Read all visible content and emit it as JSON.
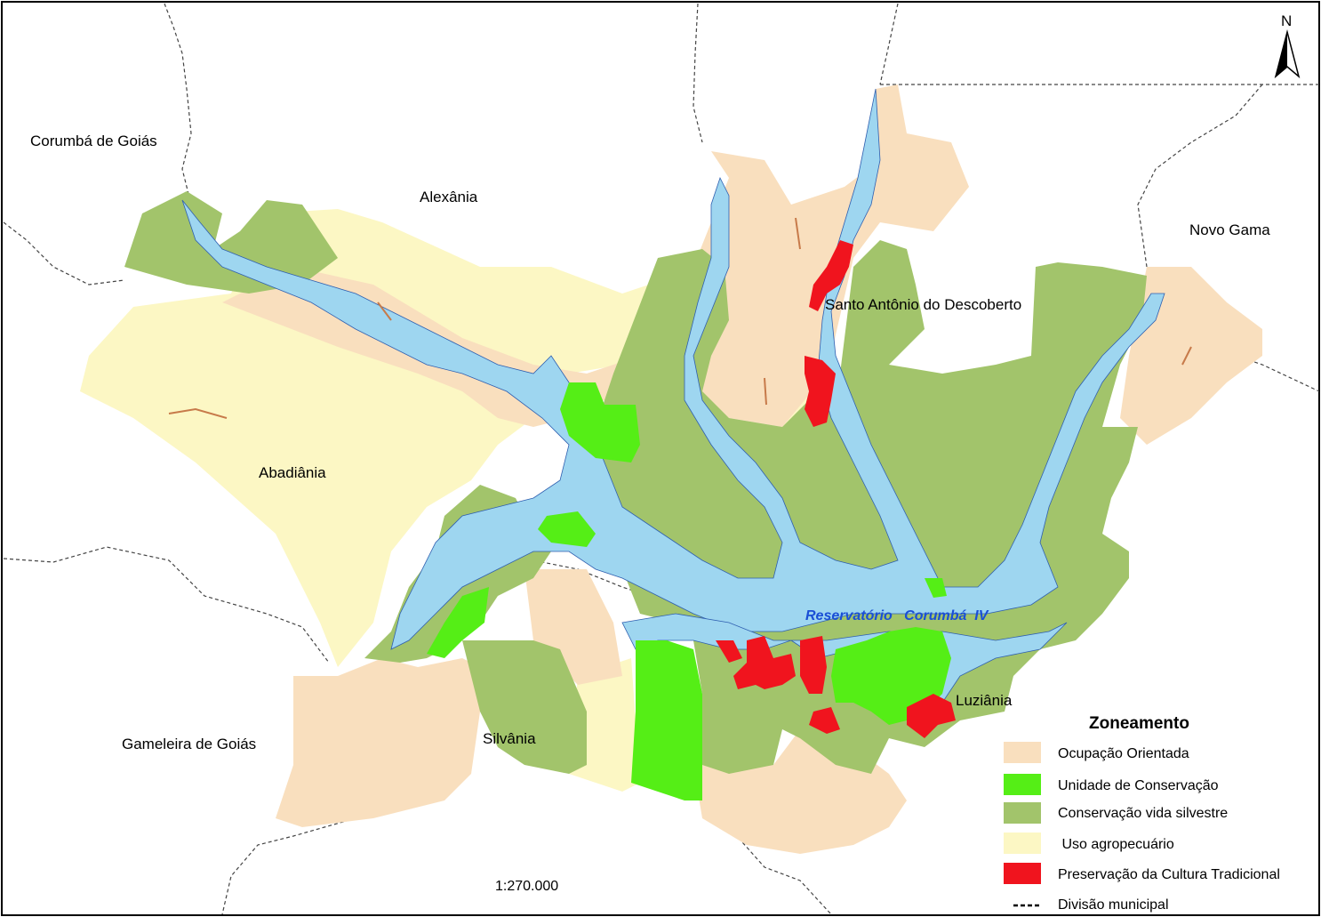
{
  "map": {
    "north_label": "N",
    "scale_text": "1:270.000",
    "reservoir_label": "Reservatório   Corumbá  IV",
    "places": [
      "Corumbá de Goiás",
      "Alexânia",
      "Novo Gama",
      "Santo Antônio do Descoberto",
      "Abadiânia",
      "Luziânia",
      "Gameleira de Goiás",
      "Silvânia"
    ]
  },
  "legend": {
    "title": "Zoneamento",
    "items": [
      {
        "label": "Ocupação Orientada",
        "color": "#f9dfbe"
      },
      {
        "label": "Unidade de Conservação",
        "color": "#55ee16"
      },
      {
        "label": "Conservação vida silvestre",
        "color": "#a2c46b"
      },
      {
        "label": " Uso agropecuário",
        "color": "#fcf7c4"
      },
      {
        "label": "Preservação da Cultura Tradicional",
        "color": "#f0141e"
      },
      {
        "label": "Divisão municipal",
        "color": "#000000"
      }
    ]
  },
  "colors": {
    "water": "#9ed6f0",
    "river_line": "#2f5fb0",
    "boundary": "#3a3a3a"
  }
}
